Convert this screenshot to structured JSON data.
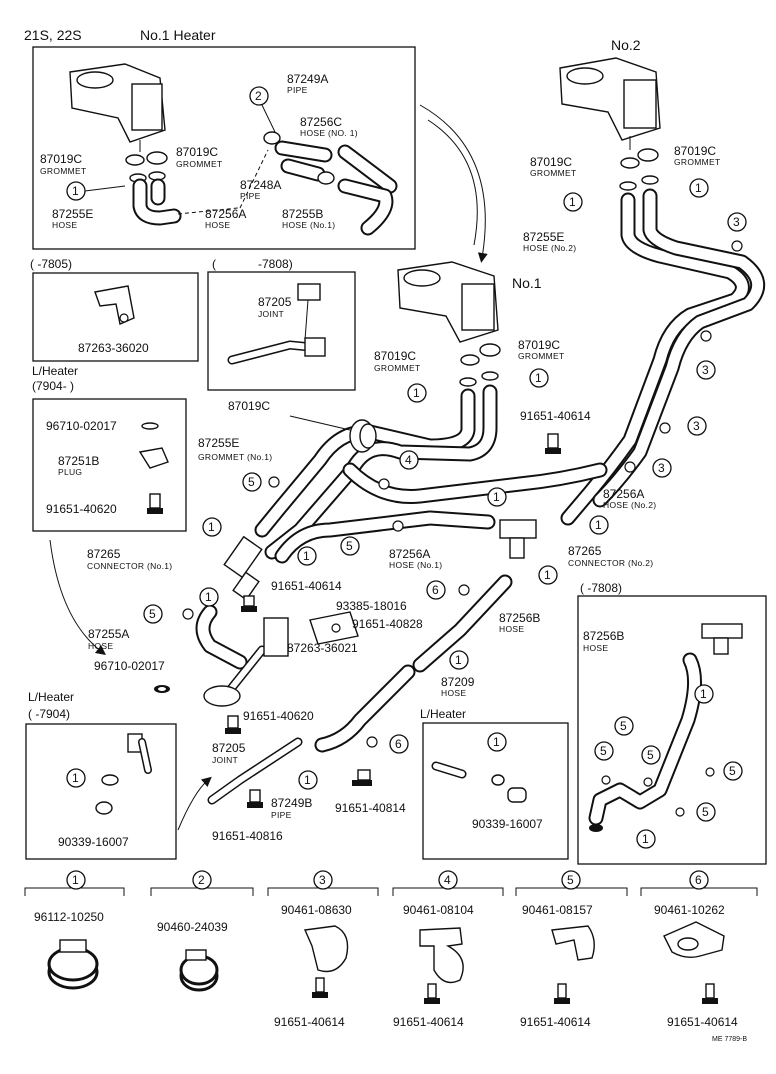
{
  "header": {
    "model": "21S, 22S",
    "no1_heater": "No.1 Heater",
    "no2": "No.2",
    "no1": "No.1"
  },
  "inset_top": {
    "p87249A": "87249A",
    "p87249A_d": "PIPE",
    "p87256C": "87256C",
    "p87256C_d": "HOSE (NO. 1)",
    "p87019C_l": "87019C",
    "p87019C_l_d": "GROMMET",
    "p87019C_r": "87019C",
    "p87019C_r_d": "GROMMET",
    "p87248A": "87248A",
    "p87248A_d": "PIPE",
    "p87255E": "87255E",
    "p87255E_d": "HOSE",
    "p87256A": "87256A",
    "p87256A_d": "HOSE",
    "p87255B": "87255B",
    "p87255B_d": "HOSE (No.1)"
  },
  "inset_7805": {
    "range": "(      -7805)",
    "part": "87263-36020"
  },
  "inset_7808a": {
    "range": "-7808)",
    "part": "87205",
    "desc": "JOINT"
  },
  "inset_lheater1": {
    "title": "L/Heater",
    "range": "(7904-          )",
    "p1": "96710-02017",
    "p2": "87251B",
    "p2_d": "PLUG",
    "p3": "91651-40620"
  },
  "main": {
    "no2_87019C": "87019C",
    "no2_87019C_d": "GROMMET",
    "no2_87019C_b": "87019C",
    "no2_87019C_b_d": "GROMMET",
    "no2_87255E": "87255E",
    "no2_87255E_d": "HOSE (No.2)",
    "no1_87019C": "87019C",
    "no1_87019C_d": "GROMMET",
    "no1_87019C_b": "87019C",
    "no1_87019C_b_d": "GROMMET",
    "g87019C": "87019C",
    "g87255E": "87255E",
    "g_d": "GROMMET (No.1)",
    "b91651_40614_a": "91651-40614",
    "h87256A_2": "87256A",
    "h87256A_2_d": "HOSE (No.2)",
    "c87265_1": "87265",
    "c87265_1_d": "CONNECTOR (No.1)",
    "h87256A_1": "87256A",
    "h87256A_1_d": "HOSE (No.1)",
    "c87265_2": "87265",
    "c87265_2_d": "CONNECTOR (No.2)",
    "b91651_40614_b": "91651-40614",
    "b93385": "93385-18016",
    "b91651_40828": "91651-40828",
    "h87255A": "87255A",
    "h87255A_d": "HOSE",
    "p87263_36021": "87263-36021",
    "p96710": "96710-02017",
    "h87256B": "87256B",
    "h87256B_d": "HOSE",
    "h87209": "87209",
    "h87209_d": "HOSE",
    "b91651_40620": "91651-40620",
    "j87205": "87205",
    "j87205_d": "JOINT",
    "p87249B": "87249B",
    "p87249B_d": "PIPE",
    "b91651_40814": "91651-40814",
    "b91651_40816": "91651-40816"
  },
  "inset_7808b": {
    "range": "(      -7808)",
    "part": "87256B",
    "desc": "HOSE"
  },
  "inset_lheater2": {
    "title": "L/Heater",
    "range": "(        -7904)",
    "part": "90339-16007"
  },
  "inset_lheater3": {
    "title": "L/Heater",
    "part": "90339-16007"
  },
  "legend": [
    {
      "num": "1",
      "part": "96112-10250",
      "bolt": ""
    },
    {
      "num": "2",
      "part": "90460-24039",
      "bolt": ""
    },
    {
      "num": "3",
      "part": "90461-08630",
      "bolt": "91651-40614"
    },
    {
      "num": "4",
      "part": "90461-08104",
      "bolt": "91651-40614"
    },
    {
      "num": "5",
      "part": "90461-08157",
      "bolt": "91651-40614"
    },
    {
      "num": "6",
      "part": "90461-10262",
      "bolt": "91651-40614"
    }
  ],
  "footer_code": "ME 7789-B",
  "callouts": [
    "1",
    "2",
    "3",
    "4",
    "5",
    "6"
  ]
}
